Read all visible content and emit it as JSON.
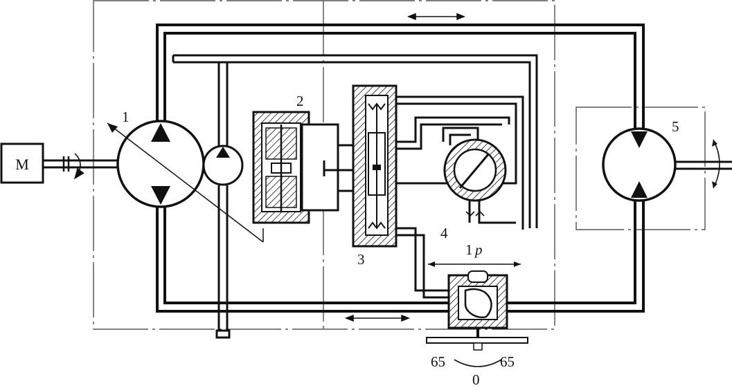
{
  "labels": {
    "motor": "M",
    "pump": "1",
    "servo_cylinder": "2",
    "control_valve": "3",
    "feedback_valve": "4",
    "hydraulic_motor": "5",
    "stroke_number": "1",
    "stroke_letter": "p",
    "scale_left": "65",
    "scale_right": "65",
    "scale_zero": "0"
  },
  "colors": {
    "line": "#111111",
    "hatch": "#111111",
    "boundary": "#333333"
  }
}
